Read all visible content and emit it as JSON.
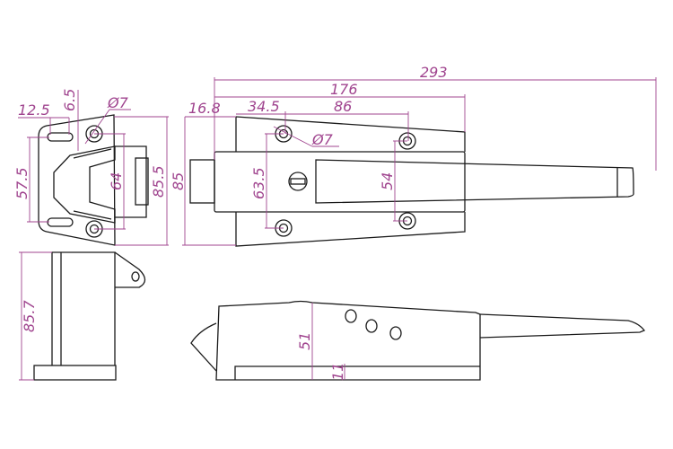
{
  "colors": {
    "outline": "#1a1a1a",
    "dimension": "#a0458f"
  },
  "dimensions": {
    "overall_length": "293",
    "body_length": "176",
    "latch_offset": "16.8",
    "hole_offset": "34.5",
    "hole_spacing": "86",
    "hole_dia_front": "Ø7",
    "front_height": "85",
    "hole_vertical_left": "63.5",
    "hole_vertical_right": "54",
    "strike_slot_width": "12.5",
    "strike_slot_offset": "6.5",
    "strike_hole_dia": "Ø7",
    "strike_slot_spacing": "57.5",
    "strike_hole_spacing": "64",
    "strike_height": "85.5",
    "side_height": "85.7",
    "profile_height": "51",
    "base_thickness": "11"
  }
}
